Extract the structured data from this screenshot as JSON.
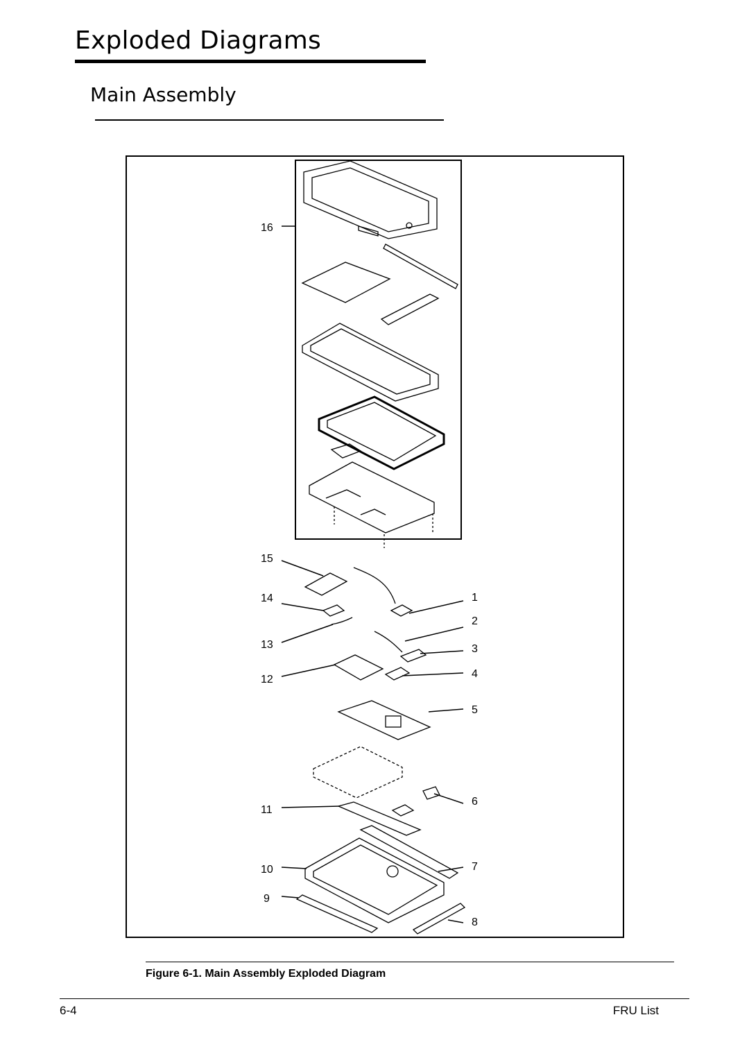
{
  "page": {
    "title": "Exploded Diagrams",
    "section_title": "Main Assembly"
  },
  "figure": {
    "callouts": [
      "1",
      "2",
      "3",
      "4",
      "5",
      "6",
      "7",
      "8",
      "9",
      "10",
      "11",
      "12",
      "13",
      "14",
      "15",
      "16"
    ],
    "caption": "Figure 6-1.    Main Assembly Exploded Diagram"
  },
  "footer": {
    "page_number": "6-4",
    "section": "FRU List"
  }
}
